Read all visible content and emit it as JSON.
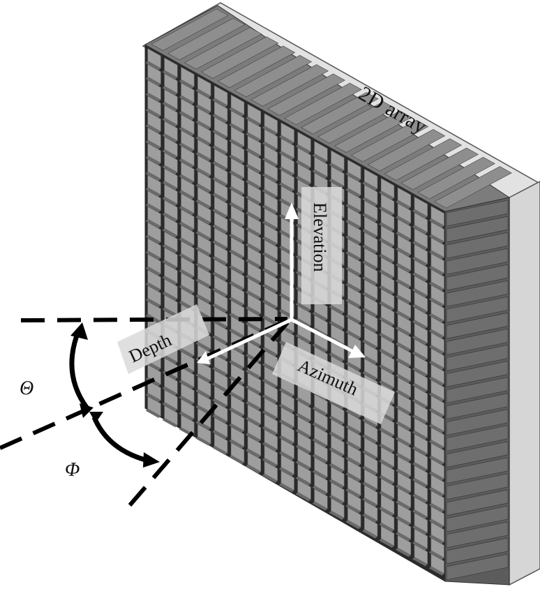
{
  "labels": {
    "array": "2D array",
    "elevation": "Elevation",
    "depth": "Depth",
    "azimuth": "Azimuth",
    "theta": "Θ",
    "phi": "Φ"
  },
  "grid": {
    "columns": 18,
    "rows": 23
  },
  "colors": {
    "element_top": "#9e9e9e",
    "element_side": "#6a6a6a",
    "kerf": "#2a2a2a",
    "backing": "#d8d8d8",
    "backing_edge": "#555555",
    "label_box": "#d6d6d6",
    "axis_arrow": "#ffffff",
    "guide_line": "#000000"
  }
}
